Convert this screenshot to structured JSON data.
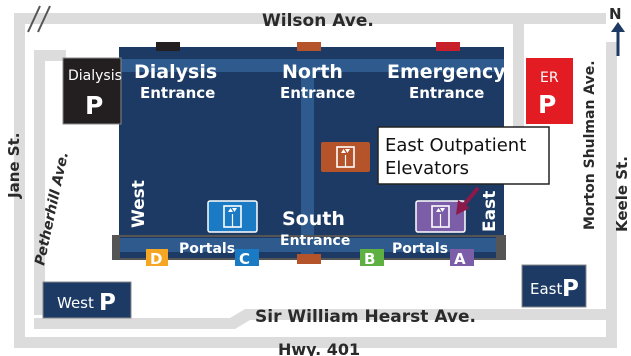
{
  "streets": {
    "wilson": "Wilson Ave.",
    "jane": "Jane St.",
    "petherhill": "Petherhill Ave.",
    "morton": "Morton Shulman Ave.",
    "keele": "Keele St.",
    "sir_william": "Sir William Hearst Ave.",
    "hwy": "Hwy. 401"
  },
  "compass": {
    "letter": "N"
  },
  "entrances": {
    "dialysis": {
      "title": "Dialysis",
      "sub": "Entrance"
    },
    "north": {
      "title": "North",
      "sub": "Entrance"
    },
    "emergency": {
      "title": "Emergency",
      "sub": "Entrance"
    },
    "south": {
      "title": "South",
      "sub": "Entrance"
    }
  },
  "wings": {
    "west": "West",
    "east": "East"
  },
  "portals": {
    "label_left": "Portals",
    "label_right": "Portals",
    "items": [
      {
        "letter": "D",
        "color": "#f5a623"
      },
      {
        "letter": "C",
        "color": "#1a7bc4"
      },
      {
        "letter": "B",
        "color": "#5fb043"
      },
      {
        "letter": "A",
        "color": "#7b5ea7"
      }
    ]
  },
  "parking": {
    "dialysis": {
      "label": "Dialysis",
      "letter": "P",
      "color": "#231f20"
    },
    "er": {
      "label": "ER",
      "letter": "P",
      "color": "#e31b23"
    },
    "west": {
      "label": "West",
      "letter": "P",
      "color": "#1c3a63"
    },
    "east": {
      "label": "East",
      "letter": "P",
      "color": "#1c3a63"
    }
  },
  "callout": {
    "line1": "East Outpatient",
    "line2": "Elevators"
  },
  "elevator_icon": "elevator-icon",
  "colors": {
    "building": "#1c3a63",
    "corridor": "#2e5a8e",
    "road": "#dcdcdc",
    "door_north": "#b5532a",
    "door_emergency": "#c8202a",
    "door_dialysis": "#231f20",
    "elevator_west": "#1a7bc4",
    "elevator_north": "#b5532a",
    "elevator_east": "#7b5ea7",
    "pointer": "#8b1a4a"
  }
}
